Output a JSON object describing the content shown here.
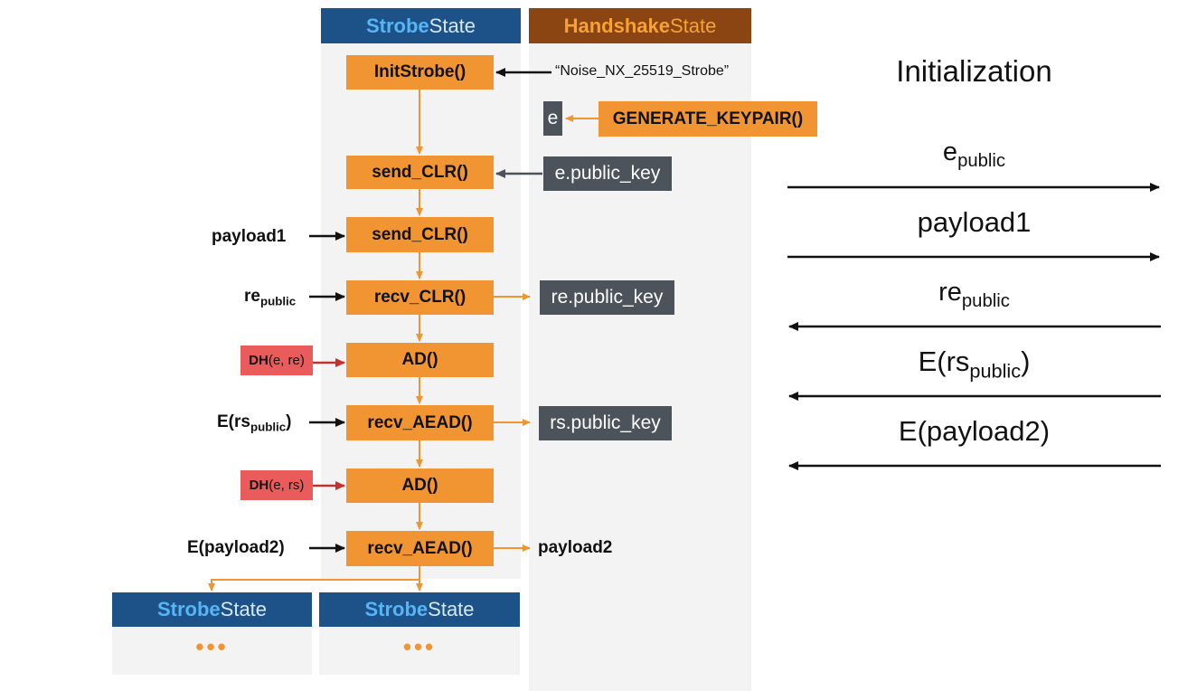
{
  "headers": {
    "strobe_bold": "Strobe",
    "strobe_rest": "State",
    "handshake_bold": "Handshake",
    "handshake_rest": "State"
  },
  "functions": {
    "init": "InitStrobe()",
    "send1": "send_CLR()",
    "send2": "send_CLR()",
    "recv_clr": "recv_CLR()",
    "ad1": "AD()",
    "recv_aead1": "recv_AEAD()",
    "ad2": "AD()",
    "recv_aead2": "recv_AEAD()",
    "gen_keypair": "GENERATE_KEYPAIR()"
  },
  "protocol_name": "“Noise_NX_25519_Strobe”",
  "handshake": {
    "e": "e",
    "e_public_key": "e.public_key",
    "re_public_key": "re.public_key",
    "rs_public_key": "rs.public_key",
    "payload2_out": "payload2"
  },
  "inputs": {
    "payload1": "payload1",
    "re_base": "re",
    "re_sub": "public",
    "dh1_bold": "DH",
    "dh1_args": "(e, re)",
    "rs_prefix": "E(rs",
    "rs_sub": "public",
    "rs_suffix": ")",
    "dh2_bold": "DH",
    "dh2_args": "(e, rs)",
    "epayload2": "E(payload2)"
  },
  "bottom": {
    "strobe_bold": "Strobe",
    "strobe_rest": "State",
    "dots": "•••"
  },
  "messages": {
    "title": "Initialization",
    "m1_base": "e",
    "m1_sub": "public",
    "m2": "payload1",
    "m3_base": "re",
    "m3_sub": "public",
    "m4_prefix": "E(rs",
    "m4_sub": "public",
    "m4_suffix": ")",
    "m5": "E(payload2)"
  },
  "colors": {
    "strobe_header": "#1d5289",
    "handshake_header": "#8b4512",
    "function_box": "#f19532",
    "key_box": "#4d535a",
    "dh_box": "#e95c5b"
  }
}
